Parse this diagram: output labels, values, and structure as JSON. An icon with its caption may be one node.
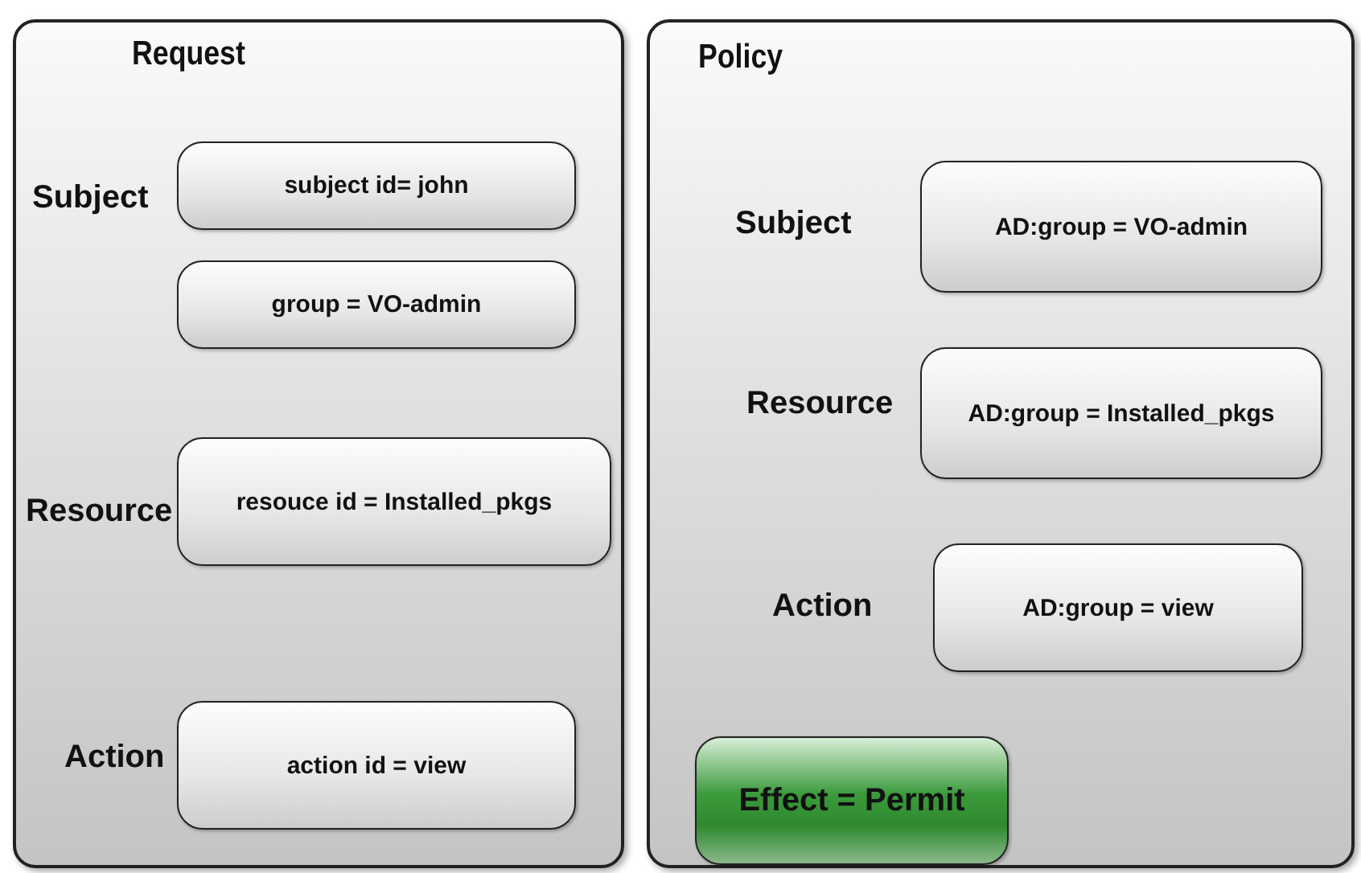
{
  "diagram": {
    "nodes": [
      {
        "text": [
          "Request"
        ]
      },
      {
        "text": [
          "subject id= john"
        ],
        "in": 0,
        "beside": [
          "Subject"
        ]
      },
      {
        "text": [
          "group = VO-admin"
        ],
        "in": 0
      },
      {
        "text": [
          "resouce id = Installed_pkgs"
        ],
        "in": 0,
        "beside": [
          "Resource"
        ]
      },
      {
        "text": [
          "action id = view"
        ],
        "in": 0,
        "beside": [
          "Action"
        ]
      },
      {
        "text": [
          "Policy"
        ]
      },
      {
        "text": [
          "AD:group = VO-admin"
        ],
        "in": 5,
        "beside": [
          "Subject"
        ]
      },
      {
        "text": [
          "AD:group = Installed_pkgs"
        ],
        "in": 5,
        "beside": [
          "Resource"
        ]
      },
      {
        "text": [
          "AD:group = view"
        ],
        "in": 5,
        "beside": [
          "Action"
        ]
      },
      {
        "text": [
          "Effect = Permit"
        ],
        "in": 5
      }
    ]
  }
}
